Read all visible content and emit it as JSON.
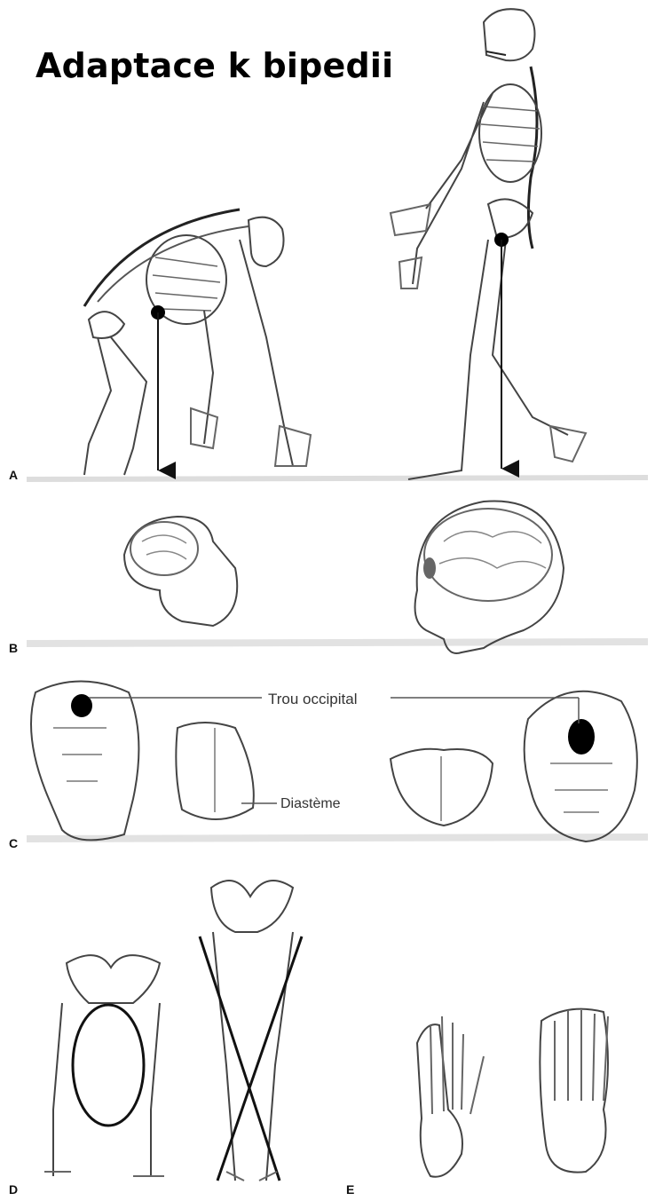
{
  "title": "Adaptace k bipedii",
  "panels": [
    {
      "letter": "A"
    },
    {
      "letter": "B"
    },
    {
      "letter": "C"
    },
    {
      "letter": "D"
    },
    {
      "letter": "E"
    }
  ],
  "annotations": {
    "foramen": "Trou occipital",
    "diastema": "Diastème"
  }
}
